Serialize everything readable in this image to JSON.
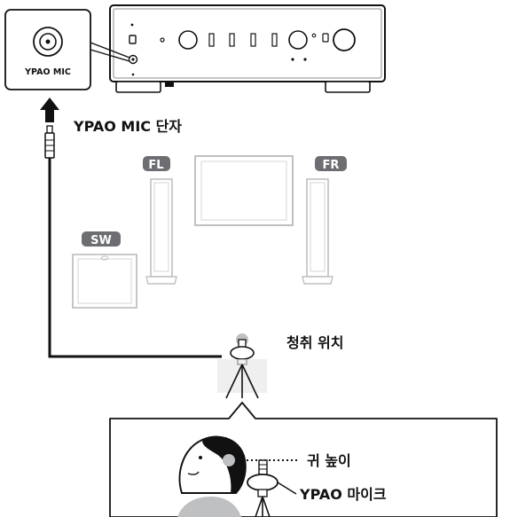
{
  "callout": {
    "jack_label": "YPAO MIC"
  },
  "labels": {
    "jack_terminal": "YPAO MIC 단자",
    "listening_position": "청취 위치",
    "ear_height": "귀 높이",
    "ypao_mic": "YPAO 마이크"
  },
  "speakers": {
    "front_left": "FL",
    "front_right": "FR",
    "subwoofer": "SW"
  },
  "colors": {
    "outline": "#111111",
    "device_gray": "#bfc0c2",
    "speaker_gray": "#cfd0d2",
    "badge_gray": "#6d6e71",
    "cable": "#111111"
  }
}
